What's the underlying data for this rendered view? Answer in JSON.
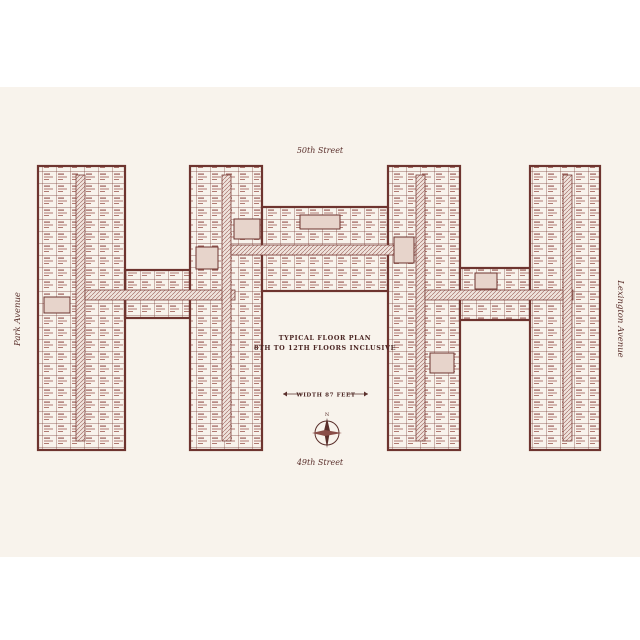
{
  "plan": {
    "title_line1": "TYPICAL FLOOR PLAN",
    "title_line2": "8TH TO 12TH FLOORS INCLUSIVE",
    "width_label": "WIDTH 87 FEET",
    "compass_label": "N",
    "streets": {
      "top": "50th Street",
      "bottom": "49th Street",
      "left": "Park Avenue",
      "right": "Lexington Avenue"
    }
  },
  "colors": {
    "ink": "#7a3d37",
    "paper": "#f8f3ec",
    "hatch": "#b98f86"
  }
}
